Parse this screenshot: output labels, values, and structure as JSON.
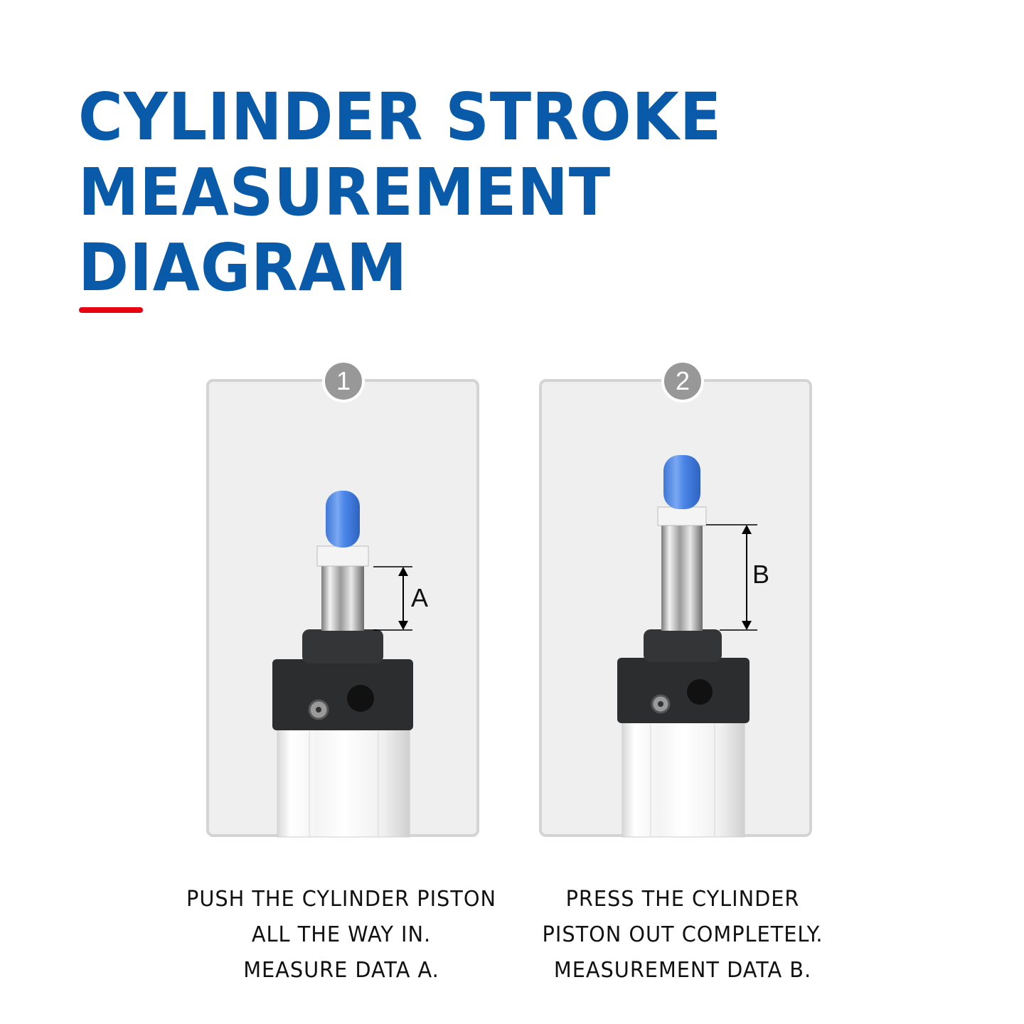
{
  "title": {
    "line1": "CYLINDER STROKE",
    "line2": "MEASUREMENT DIAGRAM"
  },
  "colors": {
    "title": "#0a5aaa",
    "accent_bar": "#e60012",
    "panel_bg": "#efefef",
    "panel_border": "#d4d4d4",
    "badge": "#989898",
    "rod_cap": "#4a86e8"
  },
  "steps": [
    {
      "number": "1",
      "dimension_label": "A",
      "caption": [
        "PUSH THE CYLINDER PISTON",
        "ALL THE WAY IN.",
        "MEASURE DATA A."
      ]
    },
    {
      "number": "2",
      "dimension_label": "B",
      "caption": [
        "PRESS THE CYLINDER",
        "PISTON OUT COMPLETELY.",
        "MEASUREMENT DATA B."
      ]
    }
  ]
}
